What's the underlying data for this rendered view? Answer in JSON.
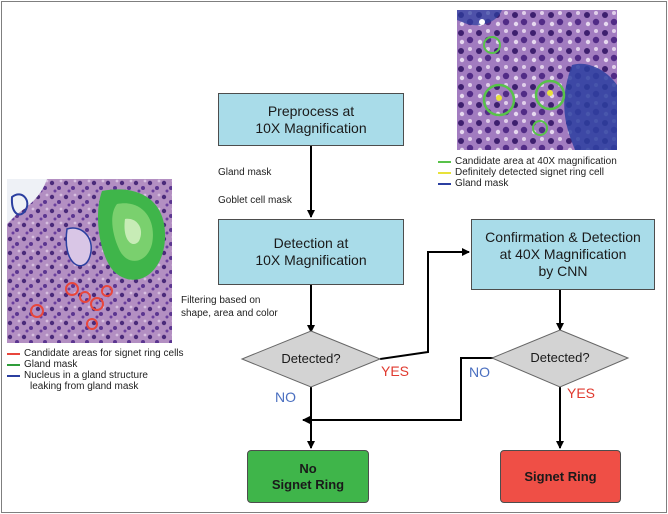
{
  "nodes": {
    "preprocess": [
      "Preprocess at",
      "10X Magnification"
    ],
    "detection10x": [
      "Detection at",
      "10X Magnification"
    ],
    "confirmation40x": [
      "Confirmation & Detection",
      "at 40X Magnification",
      "by CNN"
    ],
    "no_ring": [
      "No",
      "Signet Ring"
    ],
    "signet_ring": "Signet Ring",
    "decision1": "Detected?",
    "decision2": "Detected?"
  },
  "edge_labels": {
    "gland_mask": "Gland mask",
    "goblet_mask": "Goblet cell mask",
    "filtering": [
      "Filtering based on",
      "shape, area and color"
    ],
    "yes1": "YES",
    "no1": "NO",
    "yes2": "YES",
    "no2": "NO"
  },
  "legend_left": {
    "items": [
      {
        "text": "Candidate areas for signet ring cells",
        "color": "#e8463c"
      },
      {
        "text": "Gland mask",
        "color": "#2f9d3a"
      },
      {
        "text": "Nucleus in a gland structure",
        "color": "#2b3fa0"
      }
    ],
    "continuation": "leaking from gland mask"
  },
  "legend_right": {
    "items": [
      {
        "text": "Candidate area at 40X magnification",
        "color": "#58c24a"
      },
      {
        "text": "Definitely detected signet ring cell",
        "color": "#e8e23a"
      },
      {
        "text": "Gland mask",
        "color": "#2b3fa0"
      }
    ]
  }
}
